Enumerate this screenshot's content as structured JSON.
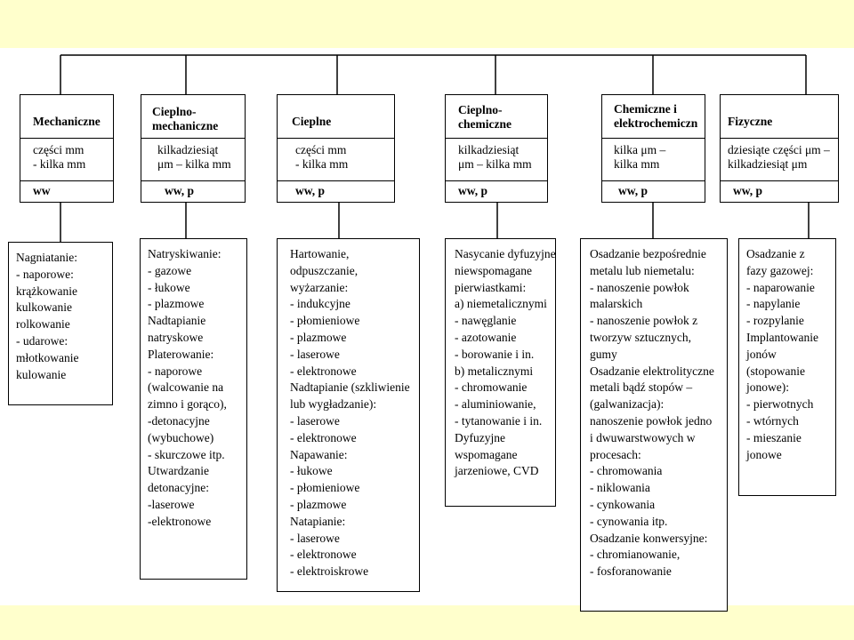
{
  "categories": [
    {
      "title": [
        "Mechaniczne"
      ],
      "thickness": [
        "części mm",
        "- kilka mm"
      ],
      "type": "ww",
      "methods": [
        "Nagniatanie:",
        "- naporowe:",
        "krążkowanie",
        "kulkowanie",
        "rolkowanie",
        "- udarowe:",
        "młotkowanie",
        "kulowanie"
      ]
    },
    {
      "title": [
        "Cieplno-",
        "mechaniczne"
      ],
      "thickness": [
        "kilkadziesiąt",
        "μm – kilka mm"
      ],
      "type": "ww, p",
      "methods": [
        "Natryskiwanie:",
        "- gazowe",
        "- łukowe",
        "- plazmowe",
        "Nadtapianie",
        "natryskowe",
        "Platerowanie:",
        "- naporowe",
        "(walcowanie na",
        "zimno i gorąco),",
        "-detonacyjne",
        "(wybuchowe)",
        "- skurczowe itp.",
        "Utwardzanie",
        "detonacyjne:",
        "-laserowe",
        "-elektronowe"
      ]
    },
    {
      "title": [
        "Cieplne"
      ],
      "thickness": [
        "części mm",
        "- kilka mm"
      ],
      "type": "ww, p",
      "methods": [
        "Hartowanie,",
        "odpuszczanie,",
        "wyżarzanie:",
        "- indukcyjne",
        "- płomieniowe",
        "- plazmowe",
        "- laserowe",
        "- elektronowe",
        "Nadtapianie (szkliwienie",
        "lub wygładzanie):",
        "- laserowe",
        "- elektronowe",
        "Napawanie:",
        "- łukowe",
        "- płomieniowe",
        "- plazmowe",
        "Natapianie:",
        "- laserowe",
        "- elektronowe",
        "- elektroiskrowe"
      ]
    },
    {
      "title": [
        "Cieplno-",
        "chemiczne"
      ],
      "thickness": [
        "kilkadziesiąt",
        "μm – kilka mm"
      ],
      "type": "ww, p",
      "methods": [
        "Nasycanie dyfuzyjne",
        "niewspomagane",
        "pierwiastkami:",
        "a) niemetalicznymi",
        "- nawęglanie",
        "- azotowanie",
        "- borowanie i in.",
        "b) metalicznymi",
        "- chromowanie",
        "- aluminiowanie,",
        "- tytanowanie i in.",
        "Dyfuzyjne",
        "wspomagane",
        "jarzeniowe, CVD"
      ]
    },
    {
      "title": [
        "Chemiczne i",
        "elektrochemiczn"
      ],
      "thickness": [
        "kilka μm –",
        "kilka mm"
      ],
      "type": "ww, p",
      "methods": [
        "Osadzanie bezpośrednie",
        "metalu lub niemetalu:",
        "- nanoszenie powłok",
        "malarskich",
        "- nanoszenie powłok z",
        "tworzyw sztucznych,",
        "gumy",
        "Osadzanie elektrolityczne",
        "metali bądź stopów –",
        "(galwanizacja):",
        "nanoszenie powłok jedno",
        "i dwuwarstwowych w",
        "procesach:",
        "- chromowania",
        "- niklowania",
        "- cynkowania",
        "- cynowania itp.",
        "Osadzanie konwersyjne:",
        "- chromianowanie,",
        "- fosforanowanie"
      ]
    },
    {
      "title": [
        "Fizyczne"
      ],
      "thickness": [
        "dziesiąte części μm –",
        "kilkadziesiąt μm"
      ],
      "type": "ww, p",
      "methods": [
        "Osadzanie z",
        "fazy gazowej:",
        "- naparowanie",
        "- napylanie",
        "- rozpylanie",
        "Implantowanie",
        "jonów",
        "(stopowanie",
        "jonowe):",
        "- pierwotnych",
        "- wtórnych",
        "- mieszanie",
        "jonowe"
      ]
    }
  ]
}
